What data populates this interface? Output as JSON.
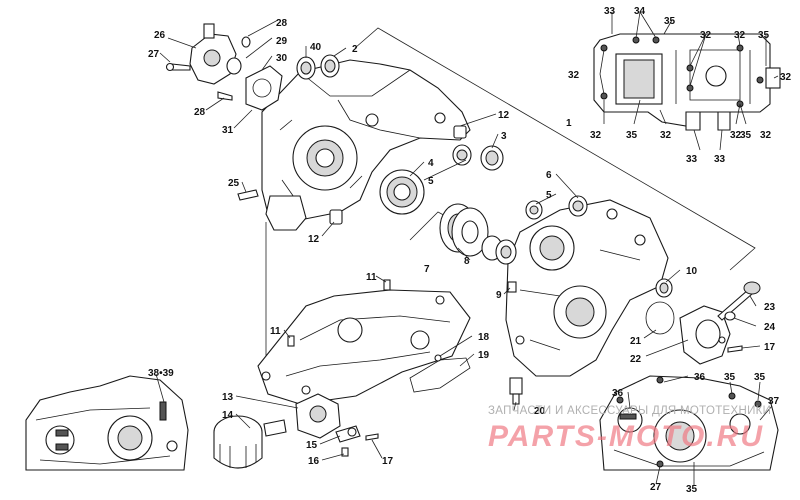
{
  "labels": [
    "1",
    "2",
    "3",
    "4",
    "5",
    "5",
    "6",
    "7",
    "8",
    "9",
    "10",
    "11",
    "11",
    "12",
    "12",
    "13",
    "14",
    "15",
    "16",
    "17",
    "17",
    "18",
    "19",
    "20",
    "21",
    "22",
    "23",
    "24",
    "25",
    "26",
    "27",
    "27",
    "28",
    "28",
    "29",
    "30",
    "31",
    "32",
    "32",
    "32",
    "32",
    "32",
    "32",
    "32",
    "32",
    "33",
    "33",
    "33",
    "34",
    "35",
    "35",
    "35",
    "35",
    "35",
    "35",
    "35",
    "36",
    "36",
    "37",
    "38•39",
    "40"
  ],
  "watermark": {
    "caption": "ЗАПЧАСТИ И АКСЕССУАРЫ ДЛЯ МОТОТЕХНИКИ",
    "brand": "PARTS-MOTO.RU"
  }
}
